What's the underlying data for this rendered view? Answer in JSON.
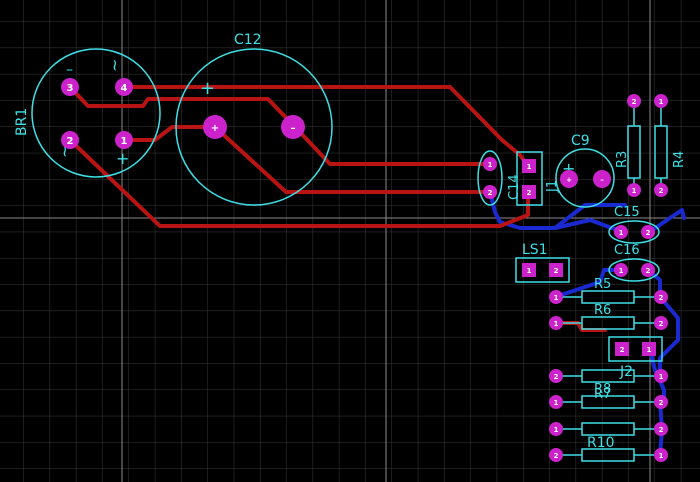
{
  "title": "PCB layout view",
  "colors": {
    "background": "#000000",
    "grid": "#3a3a3a",
    "grid_major": "#9a9a9a",
    "silk": "#3ee0e6",
    "pad": "#cc22cc",
    "track_top": "#b81414",
    "track_bottom": "#1a2ad0"
  },
  "labels": {
    "br1": "BR1",
    "c12": "C12",
    "c9": "C9",
    "c14": "C14",
    "j1": "J1",
    "c15": "C15",
    "c16": "C16",
    "r3": "R3",
    "r4": "R4",
    "ls1": "LS1",
    "r5": "R5",
    "r6": "R6",
    "j2": "J2",
    "r8": "R8",
    "r7": "R7",
    "r10": "R10"
  },
  "br1_marks": {
    "minus": "–",
    "plus": "+",
    "ac1": "~",
    "ac2": "~"
  },
  "pins": {
    "p1": "1",
    "p2": "2",
    "p3": "3",
    "p4": "4",
    "plus": "+",
    "minus": "–"
  }
}
